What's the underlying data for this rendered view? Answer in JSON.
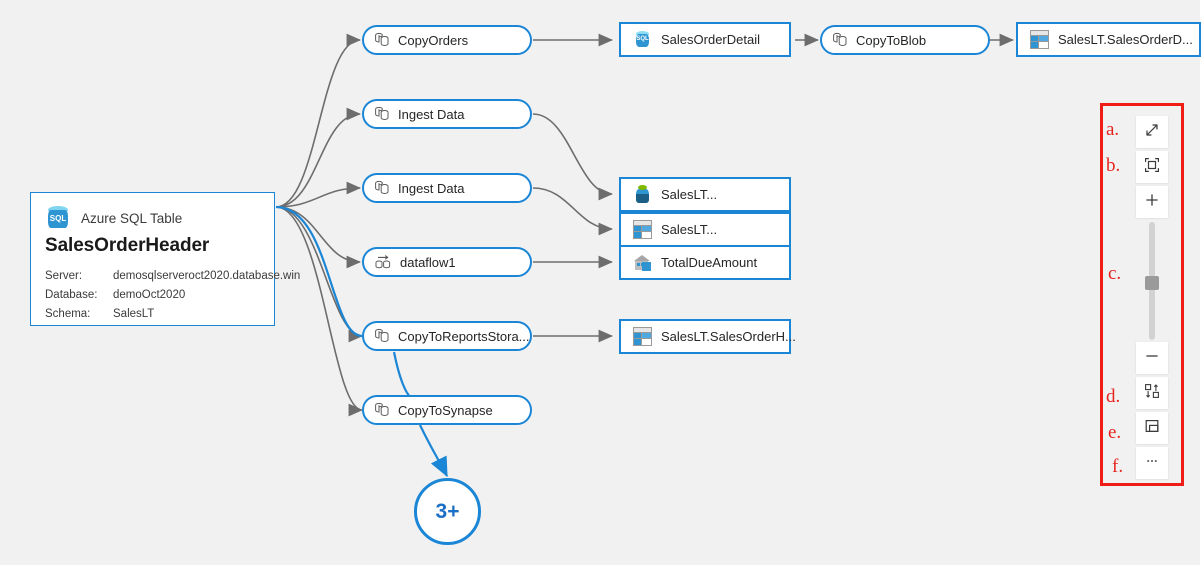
{
  "canvas": {
    "background_color": "#f1f1f1",
    "accent_color": "#1b86d6",
    "annotation_color": "#f01c16"
  },
  "source_node": {
    "type_label": "Azure SQL Table",
    "icon": "sql-database-icon",
    "title": "SalesOrderHeader",
    "properties": [
      {
        "key": "Server:",
        "value": "demosqlserveroct2020.database.win"
      },
      {
        "key": "Database:",
        "value": "demoOct2020"
      },
      {
        "key": "Schema:",
        "value": "SalesLT"
      }
    ]
  },
  "activities": [
    {
      "id": "copyorders",
      "label": "CopyOrders",
      "icon": "copy-activity-icon"
    },
    {
      "id": "ingest-data-1",
      "label": "Ingest Data",
      "icon": "copy-activity-icon"
    },
    {
      "id": "ingest-data-2",
      "label": "Ingest Data",
      "icon": "copy-activity-icon"
    },
    {
      "id": "dataflow1",
      "label": "dataflow1",
      "icon": "dataflow-activity-icon"
    },
    {
      "id": "copytoreports",
      "label": "CopyToReportsStora...",
      "icon": "copy-activity-icon"
    },
    {
      "id": "copytosynapse",
      "label": "CopyToSynapse",
      "icon": "copy-activity-icon"
    },
    {
      "id": "copytoblob",
      "label": "CopyToBlob",
      "icon": "copy-activity-icon"
    }
  ],
  "datasets": [
    {
      "id": "salesorderdetail",
      "label": "SalesOrderDetail",
      "icon": "sql-table-icon"
    },
    {
      "id": "saleslt-blob",
      "label": "SalesLT...",
      "icon": "blob-storage-icon"
    },
    {
      "id": "saleslt-table",
      "label": "SalesLT...",
      "icon": "table-icon"
    },
    {
      "id": "totaldueamount",
      "label": "TotalDueAmount",
      "icon": "data-warehouse-icon"
    },
    {
      "id": "saleslt-orderh",
      "label": "SalesLT.SalesOrderH...",
      "icon": "table-icon"
    },
    {
      "id": "saleslt-orderd",
      "label": "SalesLT.SalesOrderD...",
      "icon": "table-icon"
    }
  ],
  "more_node": {
    "label": "3+"
  },
  "toolbar": {
    "buttons": [
      {
        "id": "fit-to-window",
        "letter": "a.",
        "icon": "diagonal-resize-icon",
        "glyph": "expand"
      },
      {
        "id": "zoom-to-fit",
        "letter": "b.",
        "icon": "fit-frame-icon",
        "glyph": "frame"
      },
      {
        "id": "zoom-in",
        "letter": "",
        "icon": "plus-icon",
        "glyph": "plus"
      },
      {
        "id": "zoom-slider",
        "letter": "c.",
        "icon": "zoom-slider",
        "glyph": "slider"
      },
      {
        "id": "zoom-out",
        "letter": "",
        "icon": "minus-icon",
        "glyph": "minus"
      },
      {
        "id": "toggle-direction",
        "letter": "d.",
        "icon": "swap-layout-icon",
        "glyph": "swap"
      },
      {
        "id": "toggle-panel",
        "letter": "e.",
        "icon": "panel-layout-icon",
        "glyph": "panel"
      },
      {
        "id": "more-options",
        "letter": "f.",
        "icon": "ellipsis-icon",
        "glyph": "ellipsis"
      }
    ]
  }
}
